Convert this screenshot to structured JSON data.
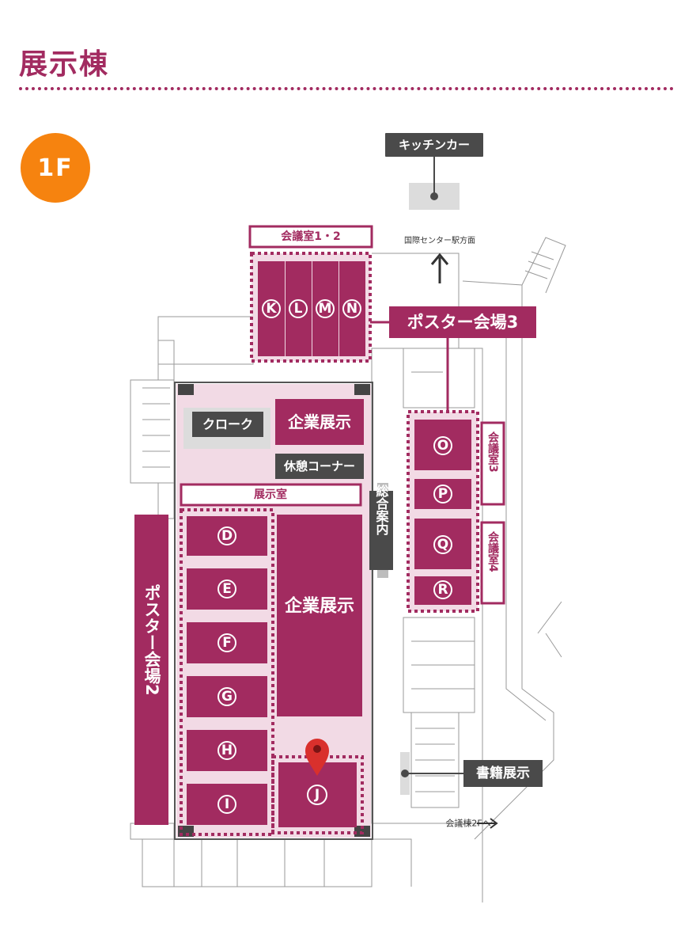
{
  "colors": {
    "accent": "#a22b60",
    "light": "#f2dae5",
    "dark": "#4a4a4a",
    "orange": "#f6830f",
    "gray": "#dcdcdc",
    "pin": "#d9302c"
  },
  "header": {
    "title": "展示棟",
    "floor": "1F"
  },
  "map": {
    "kitchen_car": "キッチンカー",
    "station_direction": "国際センター駅方面",
    "kaigi_12": "会議室1・2",
    "poster_3": "ポスター会場3",
    "cloak": "クローク",
    "kigyo_small": "企業展示",
    "kyukei": "休憩コーナー",
    "tenjishitsu": "展示室",
    "sogo_annai": "総合案内",
    "kaigi_3": "会議室3",
    "kaigi_4": "会議室4",
    "poster_2": "ポスター会場2",
    "kigyo_big": "企業展示",
    "shoseki": "書籍展示",
    "kaigi_2f": "会議棟2Fへ",
    "rooms": {
      "K": "K",
      "L": "L",
      "M": "M",
      "N": "N",
      "O": "O",
      "P": "P",
      "Q": "Q",
      "R": "R",
      "D": "D",
      "E": "E",
      "F": "F",
      "G": "G",
      "H": "H",
      "I": "I",
      "J": "J"
    }
  }
}
